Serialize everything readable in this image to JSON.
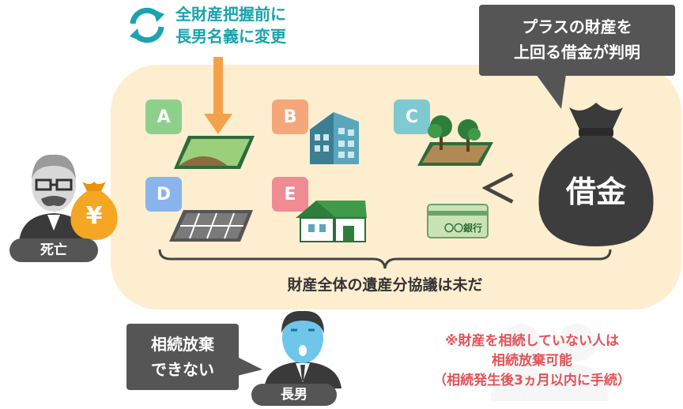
{
  "top_note": {
    "line1": "全財産把握前に",
    "line2": "長男名義に変更"
  },
  "debt_bubble": {
    "line1": "プラスの財産を",
    "line2": "上回る借金が判明"
  },
  "assets": [
    {
      "tag": "A",
      "color": "#8fcf8c"
    },
    {
      "tag": "B",
      "color": "#f5a77a"
    },
    {
      "tag": "C",
      "color": "#7fc9d0"
    },
    {
      "tag": "D",
      "color": "#8ab4ec"
    },
    {
      "tag": "E",
      "color": "#f08a93"
    }
  ],
  "bank_label": "〇〇銀行",
  "less_than": "＜",
  "debt_bag_label": "借金",
  "yen_symbol": "¥",
  "deceased_label": "死亡",
  "brace_caption": "財産全体の遺産分協議は未だ",
  "son_bubble": {
    "line1": "相続放棄",
    "line2": "できない"
  },
  "son_label": "長男",
  "note": {
    "line1": "※財産を相続していない人は",
    "line2": "相続放棄可能",
    "line3": "（相続発生後3ヵ月以内に手続）"
  }
}
